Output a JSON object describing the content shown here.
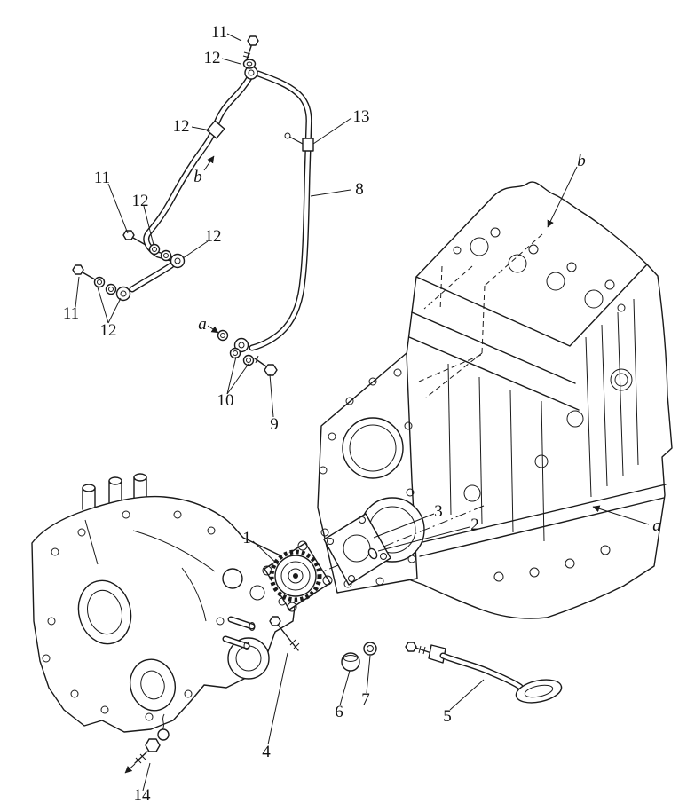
{
  "figure": {
    "kind": "exploded-parts-line-diagram",
    "subject": "Engine oil pump, lubrication piping and fittings",
    "background": "#ffffff",
    "line_color": "#1a1a1a"
  },
  "callouts": {
    "c11_top": "11",
    "c12_top": "12",
    "c12_upper": "12",
    "c13": "13",
    "b_left": "b",
    "c8": "8",
    "b_right": "b",
    "c11_mid": "11",
    "c12_mid": "12",
    "c12_center": "12",
    "c11_low": "11",
    "c12_low": "12",
    "a_upper": "a",
    "c10": "10",
    "c9": "9",
    "c3": "3",
    "c2": "2",
    "c1": "1",
    "a_right": "a",
    "c6": "6",
    "c7": "7",
    "c4": "4",
    "c5": "5",
    "c14": "14"
  }
}
